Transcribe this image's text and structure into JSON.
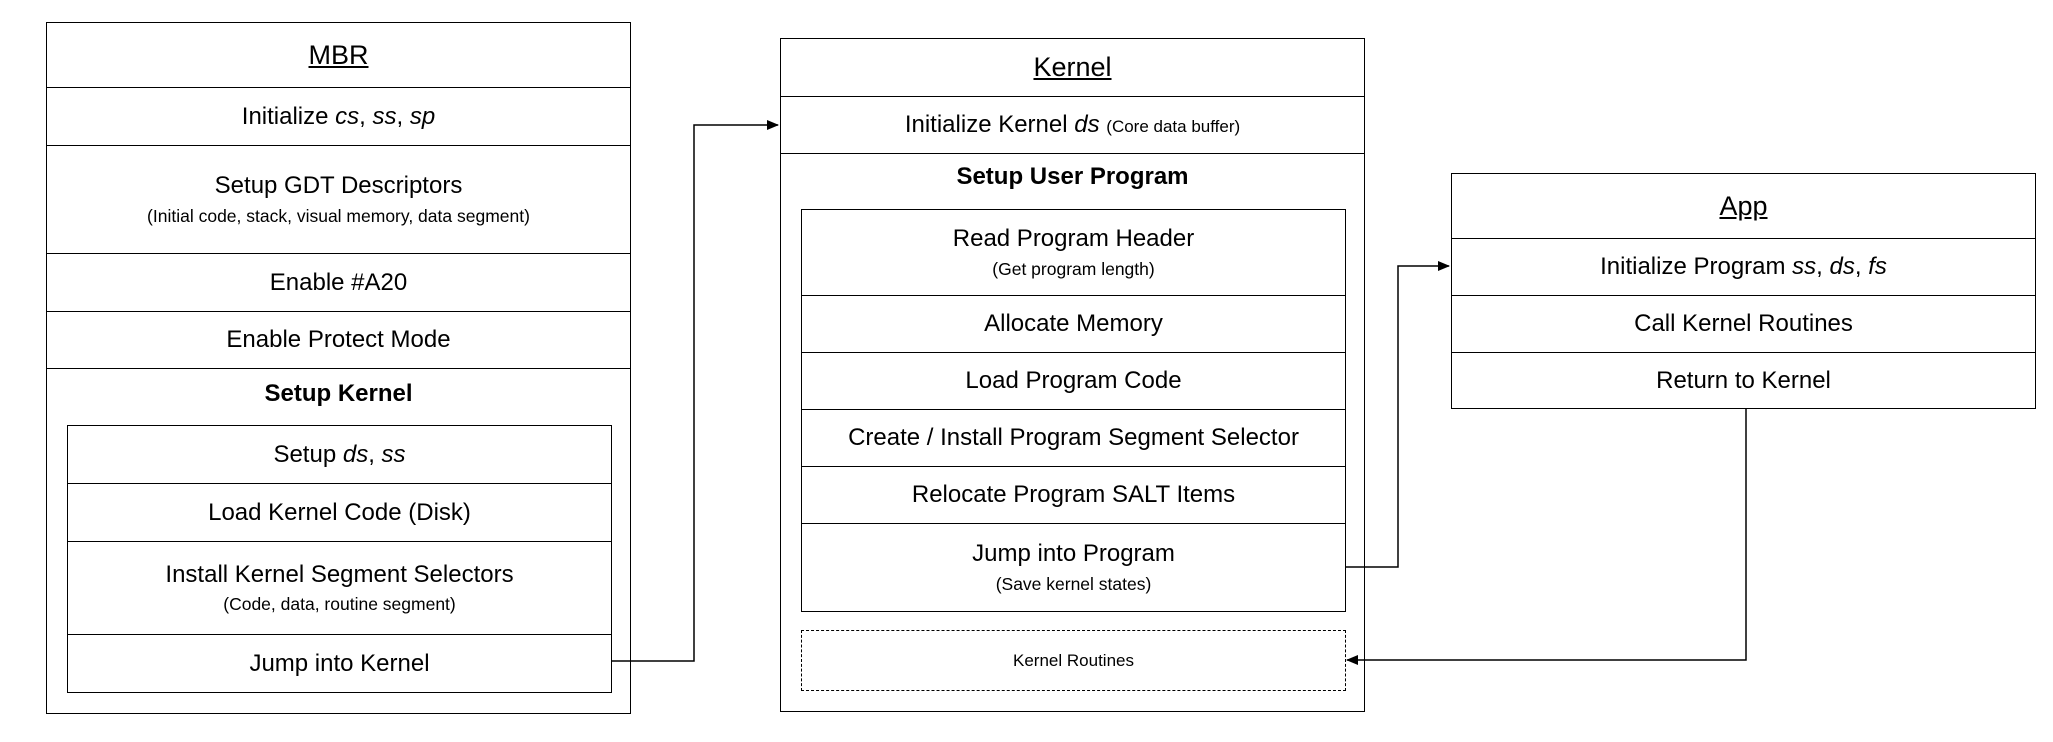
{
  "mbr": {
    "title": "MBR",
    "init_prefix": "Initialize ",
    "init_vars": [
      "cs",
      "ss",
      "sp"
    ],
    "gdt_title": "Setup GDT Descriptors",
    "gdt_sub": "(Initial code, stack, visual memory, data segment)",
    "a20": "Enable #A20",
    "protect": "Enable Protect Mode",
    "setup_kernel": "Setup Kernel",
    "setup_prefix": "Setup ",
    "setup_vars": [
      "ds",
      "ss"
    ],
    "load_kernel": "Load Kernel Code (Disk)",
    "install_title": "Install Kernel Segment Selectors",
    "install_sub": "(Code, data, routine segment)",
    "jump": "Jump into Kernel"
  },
  "kernel": {
    "title": "Kernel",
    "init_prefix": "Initialize Kernel ",
    "init_var": "ds",
    "init_note": "(Core data buffer)",
    "setup_user": "Setup User Program",
    "read_header": "Read Program Header",
    "read_header_sub": "(Get program length)",
    "alloc": "Allocate Memory",
    "load_code": "Load Program Code",
    "create_selector": "Create / Install Program Segment Selector",
    "relocate": "Relocate Program SALT Items",
    "jump": "Jump into Program",
    "jump_sub": "(Save kernel states)",
    "routines": "Kernel Routines"
  },
  "app": {
    "title": "App",
    "init_prefix": "Initialize Program ",
    "init_vars": [
      "ss",
      "ds",
      "fs"
    ],
    "call": "Call Kernel Routines",
    "ret": "Return to Kernel"
  }
}
